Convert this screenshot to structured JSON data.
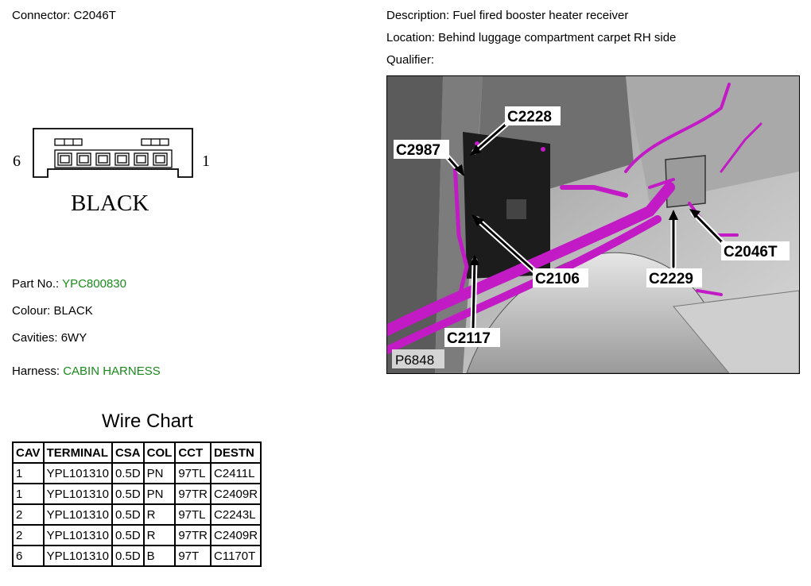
{
  "connector": {
    "label": "Connector:",
    "value": "C2046T"
  },
  "description": {
    "label": "Description:",
    "value": "Fuel fired booster heater receiver"
  },
  "location": {
    "label": "Location:",
    "value": "Behind luggage compartment carpet RH side"
  },
  "qualifier": {
    "label": "Qualifier:",
    "value": ""
  },
  "connector_face": {
    "pin_left": "6",
    "pin_right": "1",
    "color_text": "BLACK"
  },
  "part": {
    "part_no_label": "Part No.:",
    "part_no": "YPC800830",
    "colour_label": "Colour:",
    "colour": "BLACK",
    "cavities_label": "Cavities:",
    "cavities": "6WY",
    "harness_label": "Harness:",
    "harness": "CABIN HARNESS"
  },
  "photo": {
    "id": "P6848",
    "callouts": [
      "C2228",
      "C2987",
      "C2106",
      "C2117",
      "C2229",
      "C2046T"
    ]
  },
  "wire_chart": {
    "title": "Wire Chart",
    "headers": [
      "CAV",
      "TERMINAL",
      "CSA",
      "COL",
      "CCT",
      "DESTN"
    ],
    "rows": [
      [
        "1",
        "YPL101310",
        "0.5D",
        "PN",
        "97TL",
        "C2411L"
      ],
      [
        "1",
        "YPL101310",
        "0.5D",
        "PN",
        "97TR",
        "C2409R"
      ],
      [
        "2",
        "YPL101310",
        "0.5D",
        "R",
        "97TL",
        "C2243L"
      ],
      [
        "2",
        "YPL101310",
        "0.5D",
        "R",
        "97TR",
        "C2409R"
      ],
      [
        "6",
        "YPL101310",
        "0.5D",
        "B",
        "97T",
        "C1170T"
      ]
    ]
  },
  "colors": {
    "link_green": "#1a8a1a",
    "harness_magenta": "#c21bc6"
  }
}
